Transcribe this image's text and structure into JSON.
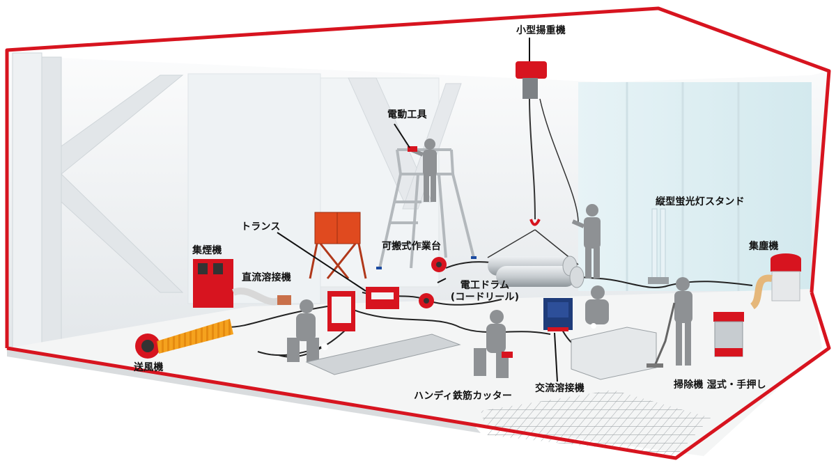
{
  "labels": {
    "hoist": "小型揚重機",
    "power_tool": "電動工具",
    "transformer": "トランス",
    "smoke_collector": "集煙機",
    "dc_welder": "直流溶接機",
    "platform": "可搬式作業台",
    "drum_line1": "電工ドラム",
    "drum_line2": "(コードリール)",
    "light_stand": "縦型蛍光灯スタンド",
    "dust_collector": "集塵機",
    "blower": "送風機",
    "rebar_cutter": "ハンディ鉄筋カッター",
    "ac_welder": "交流溶接機",
    "cleaner": "掃除機 湿式・手押し"
  },
  "colors": {
    "accent_red": "#d7141f",
    "wall": "#e8edf0",
    "floor": "#f3f4f4",
    "worker": "#8e9194",
    "blower_orange": "#f5a21e"
  }
}
